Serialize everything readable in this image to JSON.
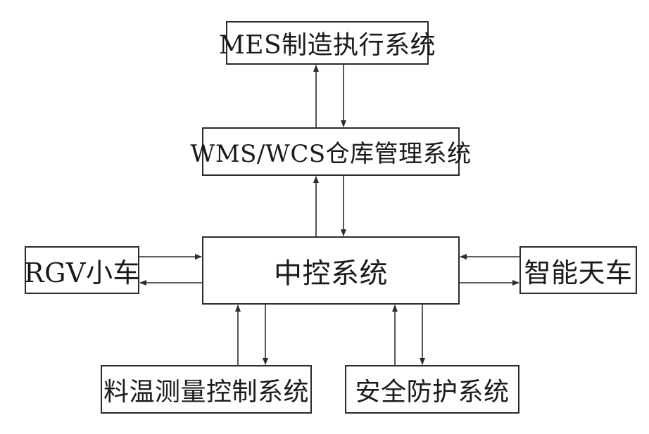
{
  "boxes": {
    "mes": "MES制造执行系统",
    "wms": "WMS/WCS仓库管理系统",
    "central": "中控系统",
    "rgv": "RGV小车",
    "crane": "智能天车",
    "temp": "料温测量控制系统",
    "safety": "安全防护系统"
  },
  "colors": {
    "line": "#2b2b2b"
  }
}
